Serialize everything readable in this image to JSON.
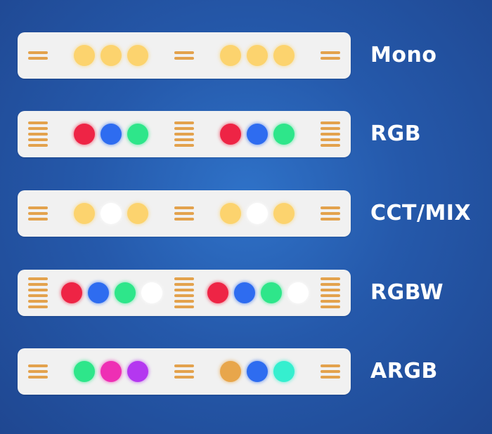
{
  "colors": {
    "yellow": "#fcd36e",
    "white": "#ffffff",
    "red": "#ee2445",
    "blue": "#2e6cf0",
    "green": "#2ee68a",
    "pink": "#ee2fb4",
    "purple": "#b437f0",
    "orange": "#e8a64b",
    "cyan": "#35efcf",
    "pad": "#e3a24d",
    "strip": "#f1f1f1"
  },
  "strips": [
    {
      "label": "Mono",
      "pad_lines": 2,
      "led_groups": [
        [
          "yellow",
          "yellow",
          "yellow"
        ],
        [
          "yellow",
          "yellow",
          "yellow"
        ]
      ]
    },
    {
      "label": "RGB",
      "pad_lines": 5,
      "led_groups": [
        [
          "red",
          "blue",
          "green"
        ],
        [
          "red",
          "blue",
          "green"
        ]
      ]
    },
    {
      "label": "CCT/MIX",
      "pad_lines": 3,
      "led_groups": [
        [
          "yellow",
          "white",
          "yellow"
        ],
        [
          "yellow",
          "white",
          "yellow"
        ]
      ]
    },
    {
      "label": "RGBW",
      "pad_lines": 6,
      "led_groups": [
        [
          "red",
          "blue",
          "green",
          "white"
        ],
        [
          "red",
          "blue",
          "green",
          "white"
        ]
      ]
    },
    {
      "label": "ARGB",
      "pad_lines": 3,
      "led_groups": [
        [
          "green",
          "pink",
          "purple"
        ],
        [
          "orange",
          "blue",
          "cyan"
        ]
      ]
    }
  ]
}
